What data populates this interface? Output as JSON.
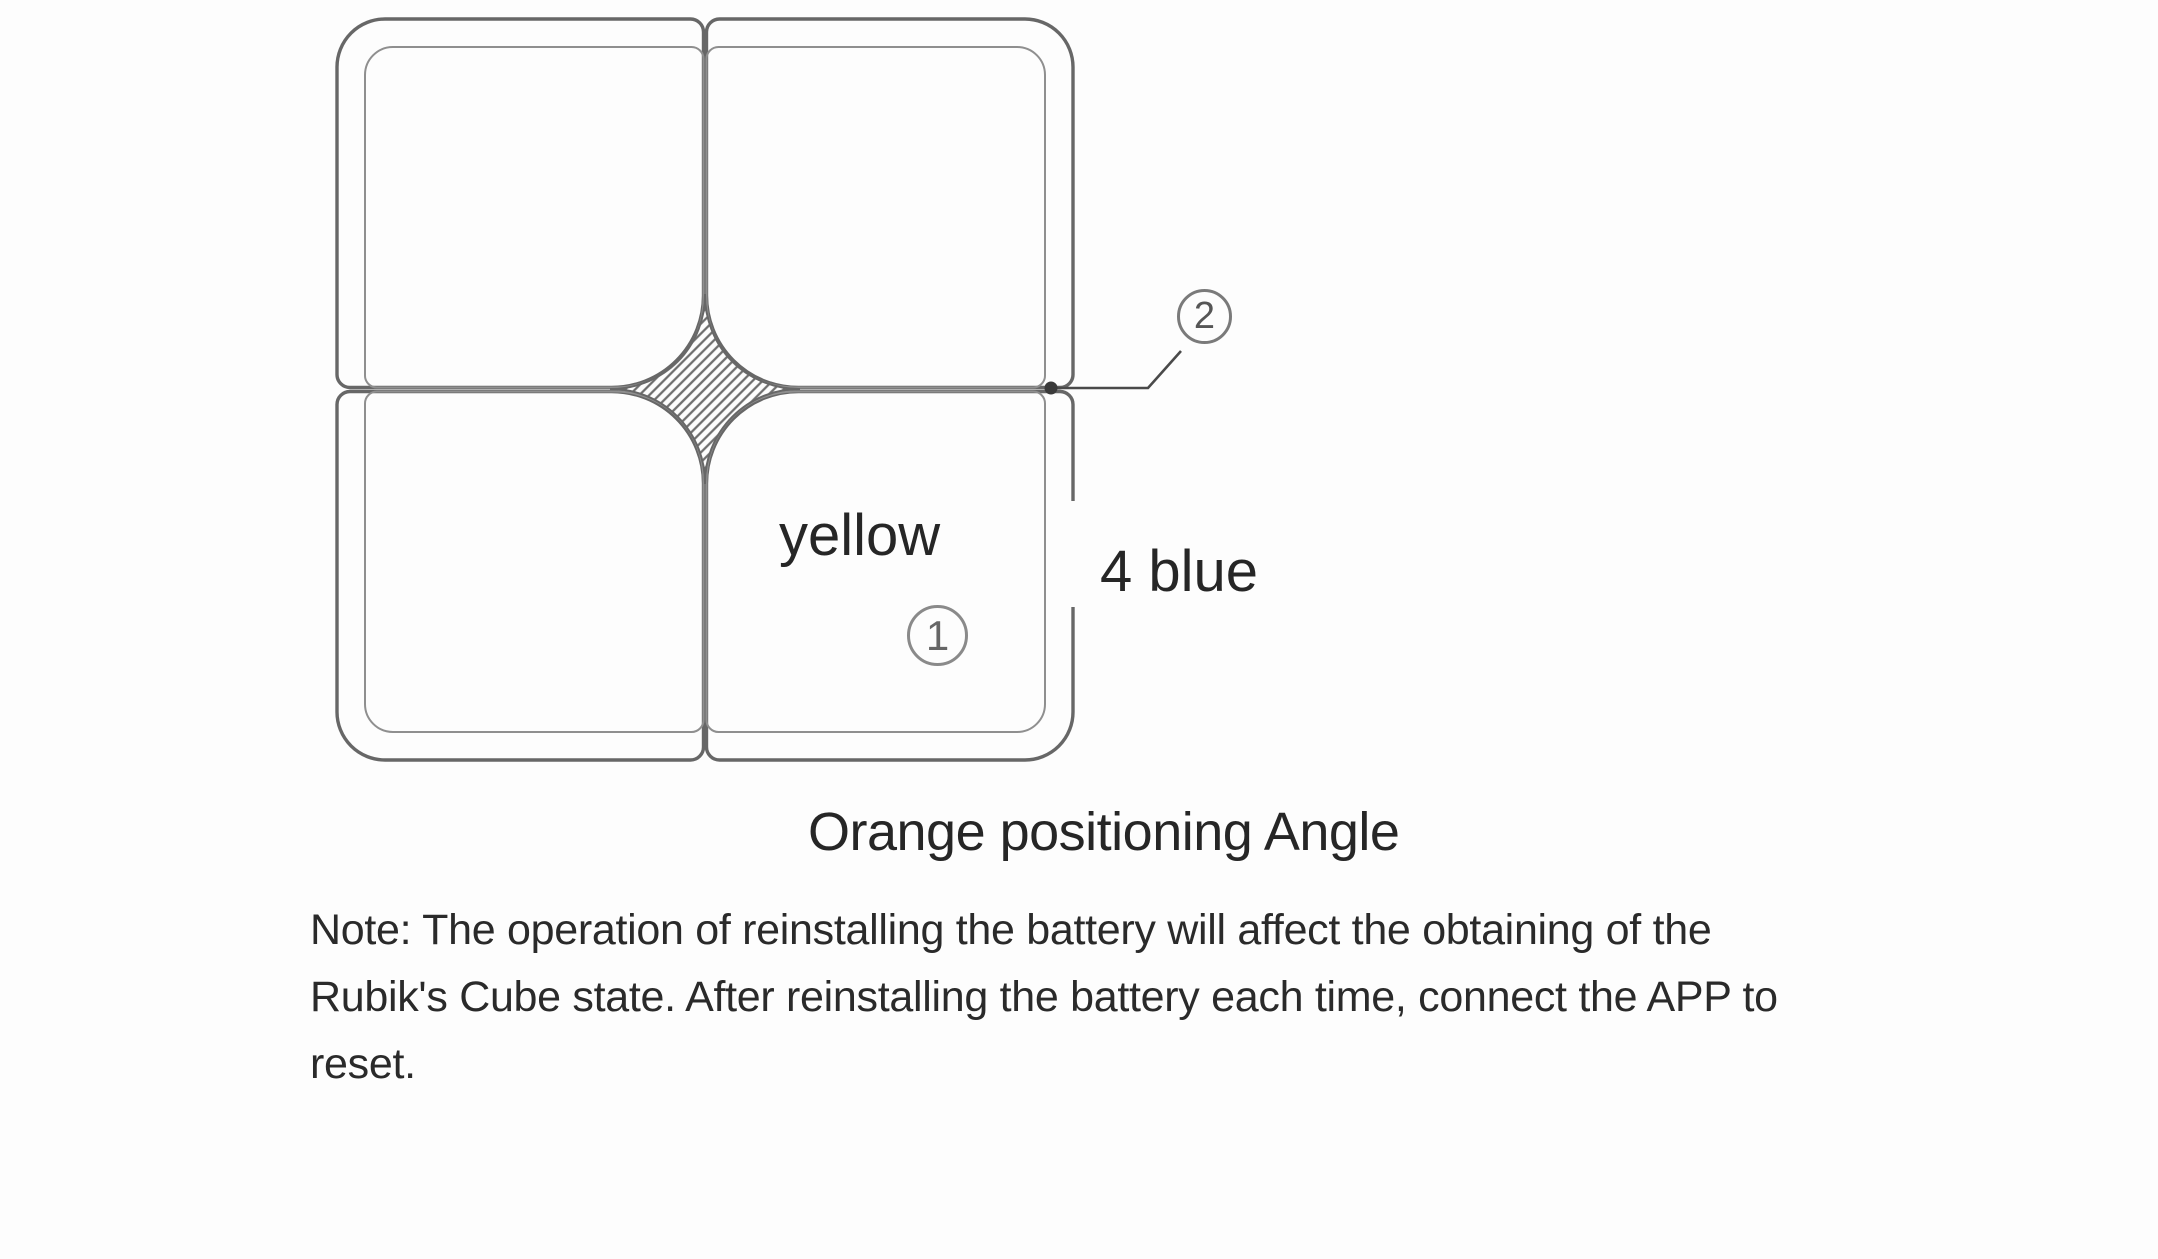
{
  "diagram": {
    "caption": "Orange positioning Angle",
    "sticker_label": "yellow",
    "edge_label": "4 blue",
    "callouts": {
      "one": "1",
      "two": "2"
    }
  },
  "note": {
    "lines": [
      "Note: The operation of reinstalling the battery will affect the obtaining of the",
      "Rubik's Cube state. After reinstalling the battery each time, connect the APP to",
      "reset."
    ]
  },
  "colors": {
    "piece_line": "#676767",
    "sticker_line": "#8f8f8f",
    "hatch_line": "#6f6f6f",
    "leader_line": "#4a4a4a",
    "dot_fill": "#3a3a3a",
    "label_text": "#262626",
    "badge_border": "#7a7a7a",
    "badge_text": "#565656",
    "note_text": "#2a2a2a",
    "page_background": "#fdfdfd"
  }
}
